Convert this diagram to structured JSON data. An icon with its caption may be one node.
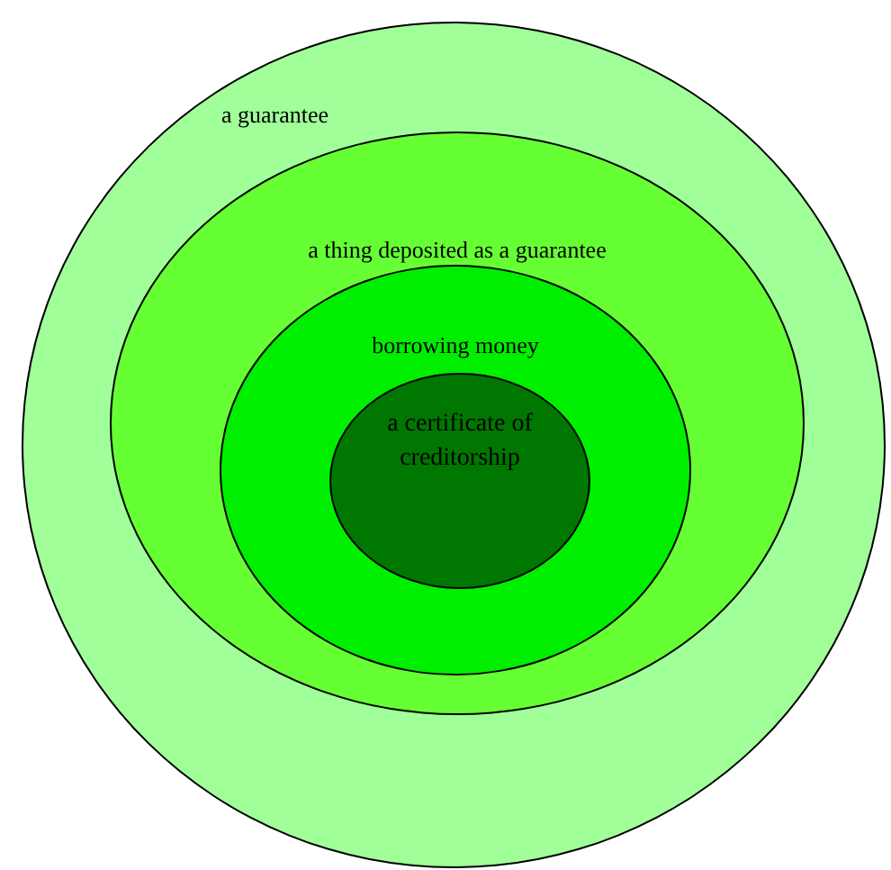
{
  "diagram": {
    "nodes": [
      {
        "text": [
          "a guarantee"
        ]
      },
      {
        "text": [
          "a thing deposited as a guarantee"
        ],
        "in": 0
      },
      {
        "text": [
          "borrowing money"
        ],
        "in": 1
      },
      {
        "text": [
          "a certificate of creditorship"
        ],
        "in": 2
      }
    ]
  }
}
